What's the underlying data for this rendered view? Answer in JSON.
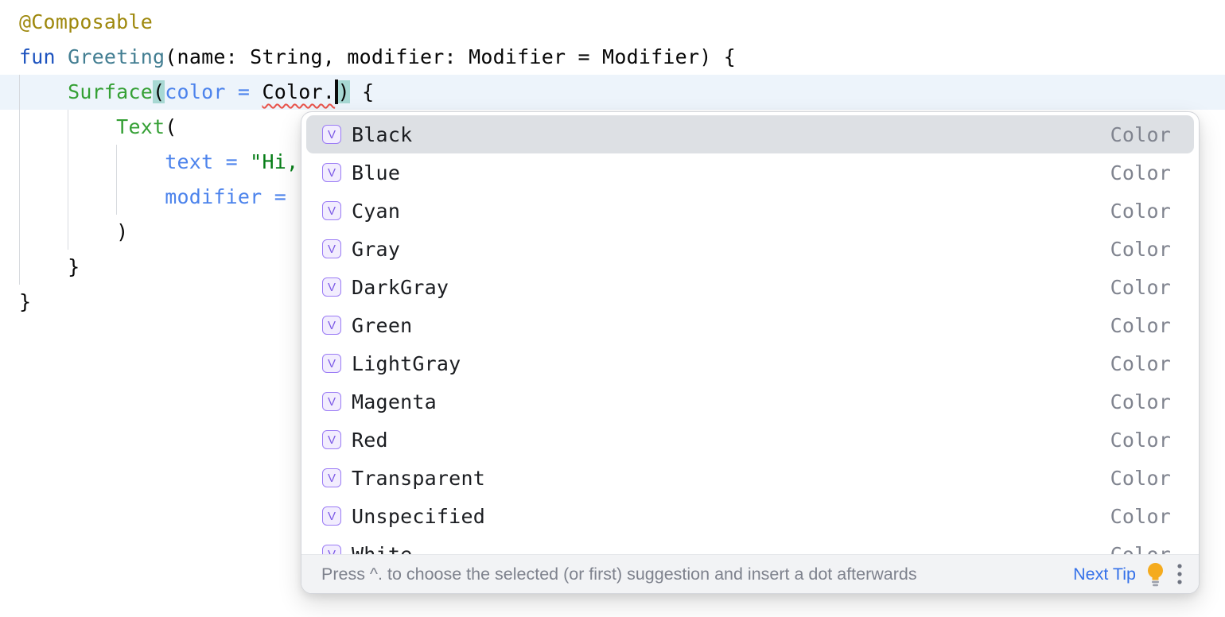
{
  "editor": {
    "lines": [
      {
        "name": "line-annotation",
        "tokens": [
          {
            "t": "@Composable",
            "c": "annotation"
          }
        ]
      },
      {
        "name": "line-fun-signature",
        "tokens": [
          {
            "t": "fun",
            "c": "keyword"
          },
          {
            "t": " ",
            "c": "plain"
          },
          {
            "t": "Greeting",
            "c": "fn-decl"
          },
          {
            "t": "(name: String, modifier: Modifier = Modifier) {",
            "c": "plain"
          }
        ]
      },
      {
        "name": "line-surface-call",
        "current": true,
        "tokens": [
          {
            "t": "    ",
            "c": "plain"
          },
          {
            "t": "Surface",
            "c": "composable"
          },
          {
            "t": "(",
            "c": "plain brace-match"
          },
          {
            "t": "color =",
            "c": "named-arg"
          },
          {
            "t": " ",
            "c": "plain"
          },
          {
            "t": "Color.",
            "c": "plain error-squiggle"
          },
          {
            "caret": true
          },
          {
            "t": ")",
            "c": "plain brace-match"
          },
          {
            "t": " {",
            "c": "plain"
          }
        ]
      },
      {
        "name": "line-text-call",
        "tokens": [
          {
            "t": "        ",
            "c": "plain"
          },
          {
            "t": "Text",
            "c": "composable"
          },
          {
            "t": "(",
            "c": "plain"
          }
        ]
      },
      {
        "name": "line-text-argument",
        "tokens": [
          {
            "t": "            ",
            "c": "plain"
          },
          {
            "t": "text = ",
            "c": "named-arg"
          },
          {
            "t": "\"Hi,",
            "c": "string"
          }
        ]
      },
      {
        "name": "line-modifier-argument",
        "tokens": [
          {
            "t": "            ",
            "c": "plain"
          },
          {
            "t": "modifier = ",
            "c": "named-arg"
          }
        ]
      },
      {
        "name": "line-close-paren",
        "tokens": [
          {
            "t": "        )",
            "c": "plain"
          }
        ]
      },
      {
        "name": "line-close-brace-inner",
        "tokens": [
          {
            "t": "    }",
            "c": "plain"
          }
        ]
      },
      {
        "name": "line-close-brace-outer",
        "tokens": [
          {
            "t": "}",
            "c": "plain"
          }
        ]
      }
    ]
  },
  "completion": {
    "item_icon_letter": "V",
    "items": [
      {
        "label": "Black",
        "type": "Color",
        "selected": true
      },
      {
        "label": "Blue",
        "type": "Color"
      },
      {
        "label": "Cyan",
        "type": "Color"
      },
      {
        "label": "Gray",
        "type": "Color"
      },
      {
        "label": "DarkGray",
        "type": "Color"
      },
      {
        "label": "Green",
        "type": "Color"
      },
      {
        "label": "LightGray",
        "type": "Color"
      },
      {
        "label": "Magenta",
        "type": "Color"
      },
      {
        "label": "Red",
        "type": "Color"
      },
      {
        "label": "Transparent",
        "type": "Color"
      },
      {
        "label": "Unspecified",
        "type": "Color"
      },
      {
        "label": "White",
        "type": "Color"
      }
    ],
    "footer": {
      "hint": "Press ^. to choose the selected (or first) suggestion and insert a dot afterwards",
      "next_tip_label": "Next Tip",
      "lightbulb_icon": "lightbulb",
      "more_icon": "kebab-menu"
    }
  },
  "colors": {
    "annotation": "#9E880D",
    "keyword": "#1D53BF",
    "function_declaration": "#437E92",
    "composable_call": "#35A035",
    "named_argument": "#4C83EC",
    "string": "#067D17",
    "code_plain": "#070707",
    "error_underline": "#E8524A",
    "brace_match_bg": "#A7D8D3",
    "current_line_bg": "#EDF4FB",
    "selected_item_bg": "#DDE0E4",
    "type_label": "#80848F",
    "hint_text": "#7E828D",
    "next_tip": "#3672E9",
    "icon_purple": "#7D5BE6",
    "lightbulb_yellow": "#F5AB1E"
  }
}
